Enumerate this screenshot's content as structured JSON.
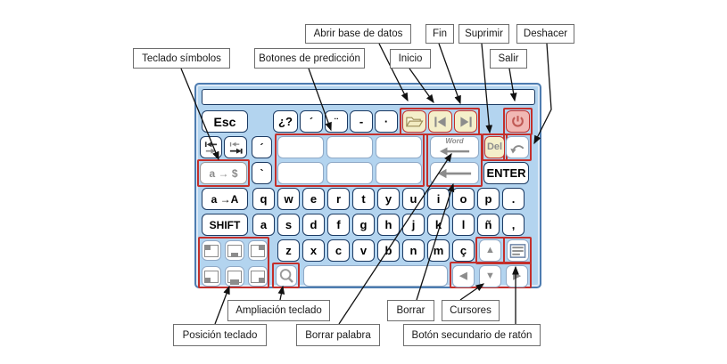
{
  "colors": {
    "annotation_red": "#c42f2b",
    "panel_blue": "#b3d4ef",
    "panel_border_blue": "#4d7cb0",
    "key_border_navy": "#1b3a63",
    "special_key_yellow": "#f4efca",
    "power_key_pink": "#f1b8b4",
    "gray_glyph": "#8c8c8c"
  },
  "annotations": {
    "teclado_simbolos": "Teclado símbolos",
    "botones_prediccion": "Botones de predicción",
    "abrir_base_de_datos": "Abrir base de datos",
    "inicio": "Inicio",
    "fin": "Fin",
    "suprimir": "Suprimir",
    "salir": "Salir",
    "deshacer": "Deshacer",
    "posicion_teclado": "Posición teclado",
    "ampliacion_teclado": "Ampliación teclado",
    "borrar_palabra": "Borrar palabra",
    "borrar": "Borrar",
    "cursores": "Cursores",
    "boton_secundario": "Botón secundario de ratón"
  },
  "keyboard": {
    "display": "",
    "keys": [
      {
        "id": "esc",
        "label": "Esc",
        "fs": 14
      },
      {
        "id": "symbols-question",
        "label": "¿?",
        "fs": 13
      },
      {
        "id": "accent-acute",
        "label": "´",
        "fs": 12
      },
      {
        "id": "accent-diaeresis",
        "label": "¨",
        "fs": 12
      },
      {
        "id": "hyphen",
        "label": "-",
        "fs": 13
      },
      {
        "id": "middle-dot",
        "label": "·",
        "fs": 13
      },
      {
        "id": "open-database",
        "icon": "open-folder-icon",
        "variant": "yellow"
      },
      {
        "id": "home",
        "icon": "home-icon",
        "variant": "yellow"
      },
      {
        "id": "end",
        "icon": "end-icon",
        "variant": "yellow"
      },
      {
        "id": "power",
        "icon": "power-icon",
        "variant": "pink"
      },
      {
        "id": "tab-back",
        "icon": "tab-back-icon"
      },
      {
        "id": "tab-forward",
        "icon": "tab-forward-icon"
      },
      {
        "id": "dead-acute",
        "label": "´",
        "fs": 12
      },
      {
        "id": "prediction-1",
        "label": "",
        "variant": "soft"
      },
      {
        "id": "prediction-2",
        "label": "",
        "variant": "soft"
      },
      {
        "id": "prediction-3",
        "label": "",
        "variant": "soft"
      },
      {
        "id": "backspace-word",
        "icon": "backspace-word-icon",
        "word": "Word",
        "variant": "soft"
      },
      {
        "id": "del",
        "label": "Del",
        "fs": 11,
        "variant": "yellow graytext"
      },
      {
        "id": "undo",
        "icon": "undo-icon",
        "variant": "soft"
      },
      {
        "id": "symbols-toggle",
        "label": "a → $",
        "fs": 12,
        "variant": "graykey graytext"
      },
      {
        "id": "dead-grave",
        "label": "`",
        "fs": 12
      },
      {
        "id": "prediction-4",
        "label": "",
        "variant": "soft"
      },
      {
        "id": "prediction-5",
        "label": "",
        "variant": "soft"
      },
      {
        "id": "prediction-6",
        "label": "",
        "variant": "soft"
      },
      {
        "id": "backspace",
        "icon": "backspace-icon",
        "variant": "soft"
      },
      {
        "id": "enter",
        "label": "ENTER",
        "fs": 13
      },
      {
        "id": "caps-toggle",
        "label": "a →A",
        "fs": 12
      },
      {
        "id": "q",
        "label": "q"
      },
      {
        "id": "w",
        "label": "w"
      },
      {
        "id": "e",
        "label": "e"
      },
      {
        "id": "r",
        "label": "r"
      },
      {
        "id": "t",
        "label": "t"
      },
      {
        "id": "y",
        "label": "y"
      },
      {
        "id": "u",
        "label": "u"
      },
      {
        "id": "i",
        "label": "i"
      },
      {
        "id": "o",
        "label": "o"
      },
      {
        "id": "p",
        "label": "p"
      },
      {
        "id": "period",
        "label": "."
      },
      {
        "id": "shift",
        "label": "SHIFT",
        "fs": 12
      },
      {
        "id": "a",
        "label": "a"
      },
      {
        "id": "s",
        "label": "s"
      },
      {
        "id": "d",
        "label": "d"
      },
      {
        "id": "f",
        "label": "f"
      },
      {
        "id": "g",
        "label": "g"
      },
      {
        "id": "h",
        "label": "h"
      },
      {
        "id": "j",
        "label": "j"
      },
      {
        "id": "k",
        "label": "k"
      },
      {
        "id": "l",
        "label": "l"
      },
      {
        "id": "ntilde",
        "label": "ñ"
      },
      {
        "id": "comma",
        "label": ","
      },
      {
        "id": "position-top-left",
        "icon": "position-top-left-icon",
        "pos": "tl",
        "variant": "soft"
      },
      {
        "id": "position-bottom-center",
        "icon": "position-bottom-center-icon",
        "pos": "bc",
        "variant": "soft"
      },
      {
        "id": "position-top-right",
        "icon": "position-top-right-icon",
        "pos": "tr",
        "variant": "soft"
      },
      {
        "id": "z",
        "label": "z"
      },
      {
        "id": "x",
        "label": "x"
      },
      {
        "id": "c",
        "label": "c"
      },
      {
        "id": "v",
        "label": "v"
      },
      {
        "id": "b",
        "label": "b"
      },
      {
        "id": "n",
        "label": "n"
      },
      {
        "id": "m",
        "label": "m"
      },
      {
        "id": "ccedilla",
        "label": "ç"
      },
      {
        "id": "cursor-up",
        "icon": "arrow-up-icon",
        "glyph": "▲",
        "variant": "soft"
      },
      {
        "id": "mouse-menu",
        "icon": "context-menu-icon",
        "variant": "soft"
      },
      {
        "id": "position-bottom-left",
        "icon": "position-bottom-left-icon",
        "pos": "bl",
        "variant": "soft"
      },
      {
        "id": "position-bottom-center-2",
        "icon": "position-bottom-center-large-icon",
        "pos": "bc2",
        "variant": "soft"
      },
      {
        "id": "position-bottom-right",
        "icon": "position-bottom-right-icon",
        "pos": "br",
        "variant": "soft"
      },
      {
        "id": "zoom",
        "icon": "magnifier-icon",
        "variant": "soft"
      },
      {
        "id": "space",
        "label": "",
        "variant": "soft"
      },
      {
        "id": "cursor-left",
        "icon": "arrow-left-icon",
        "glyph": "◀",
        "variant": "soft"
      },
      {
        "id": "cursor-down",
        "icon": "arrow-down-icon",
        "glyph": "▼",
        "variant": "soft"
      },
      {
        "id": "cursor-right",
        "icon": "arrow-right-icon",
        "glyph": "▶",
        "variant": "soft"
      }
    ]
  }
}
